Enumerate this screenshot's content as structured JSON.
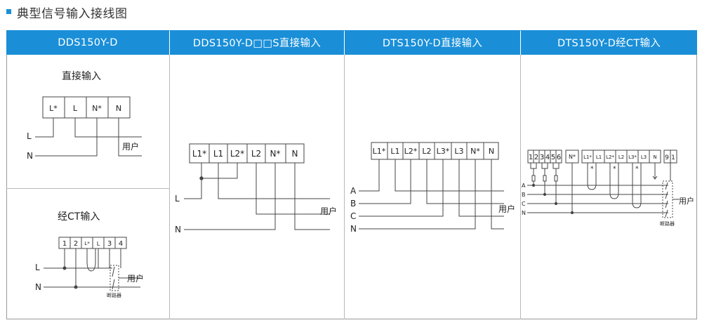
{
  "page": {
    "title": "典型信号输入接线图"
  },
  "headers": [
    "DDS150Y-D",
    "DDS150Y-D□□S直接输入",
    "DTS150Y-D直接输入",
    "DTS150Y-D经CT输入"
  ],
  "panel1": {
    "subtitle_top": "直接输入",
    "terminals_top": [
      "L*",
      "L",
      "N*",
      "N"
    ],
    "line_L": "L",
    "line_N": "N",
    "user_top": "用户",
    "subtitle_bottom": "经CT输入",
    "terminals_bottom": [
      "1",
      "2",
      "L*",
      "L",
      "3",
      "4"
    ],
    "user_bottom": "用户",
    "breaker": "断路器"
  },
  "panel2": {
    "terminals": [
      "L1*",
      "L1",
      "L2*",
      "L2",
      "N*",
      "N"
    ],
    "line_L": "L",
    "line_N": "N",
    "user": "用户"
  },
  "panel3": {
    "terminals": [
      "L1*",
      "L1",
      "L2*",
      "L2",
      "L3*",
      "L3",
      "N*",
      "N"
    ],
    "lines": [
      "A",
      "B",
      "C",
      "N"
    ],
    "user": "用户"
  },
  "panel4": {
    "terminals_left": [
      "1",
      "2",
      "3",
      "4",
      "5",
      "6"
    ],
    "terminal_n": "N*",
    "terminals_right": [
      "L1*",
      "L1",
      "L2*",
      "L2",
      "L3*",
      "L3",
      "N"
    ],
    "terminals_end": [
      "9",
      "1"
    ],
    "lines": [
      "A",
      "B",
      "C",
      "N"
    ],
    "user": "用户",
    "breaker": "断路器"
  }
}
